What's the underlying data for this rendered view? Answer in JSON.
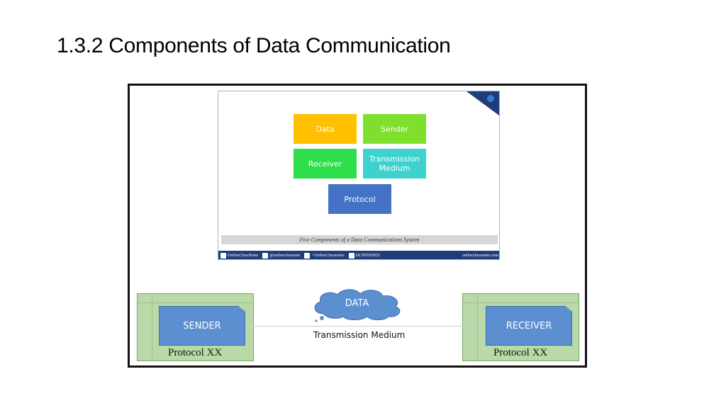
{
  "slide": {
    "title": "1.3.2 Components of Data Communication"
  },
  "figure": {
    "boxes": {
      "data": "Data",
      "sender": "Sender",
      "receiver": "Receiver",
      "transmission_medium_l1": "Transmission",
      "transmission_medium_l2": "Medium",
      "protocol": "Protocol"
    },
    "caption": "Five Components of a Data Communications System",
    "footer": {
      "facebook": "OnlineClassNotes",
      "twitter": "@onlineclassnote",
      "gplus": "+OnlineClassnotes",
      "pinterest": "OCNPINNED",
      "site": "onlineclassnotes.com"
    },
    "colors": {
      "data": "#ffc000",
      "sender": "#7ee02d",
      "receiver": "#2ede4a",
      "transmission": "#3ed2cf",
      "protocol": "#4472c4"
    }
  },
  "diagram": {
    "cloud_label": "DATA",
    "sender_label": "SENDER",
    "receiver_label": "RECEIVER",
    "left_protocol": "Protocol XX",
    "right_protocol": "Protocol XX",
    "medium_label": "Transmission Medium"
  }
}
